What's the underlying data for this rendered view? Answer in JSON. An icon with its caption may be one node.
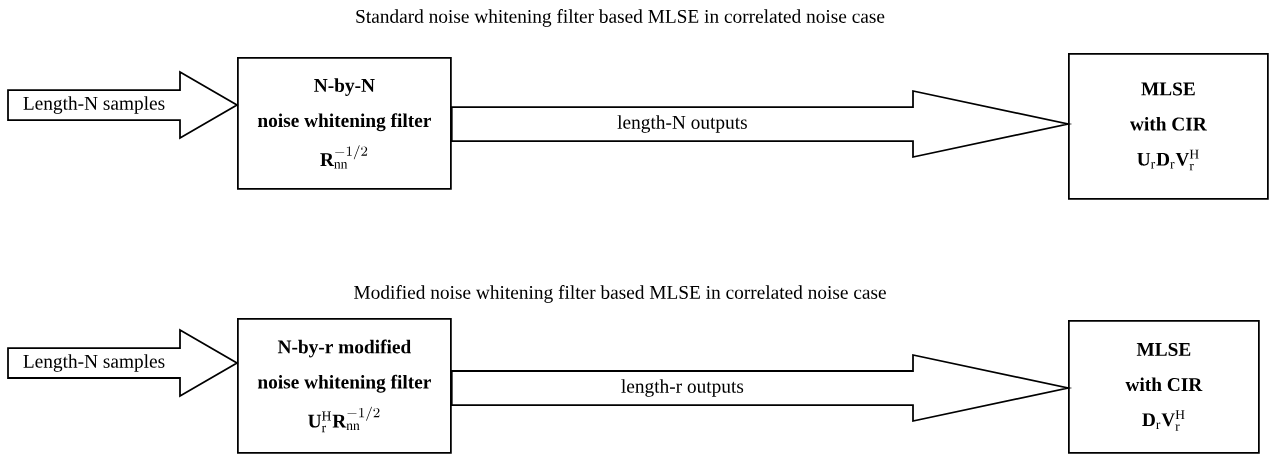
{
  "diagram": {
    "nodes": [
      {
        "text": [
          "N-by-N",
          "noise whitening filter",
          "\\mathbf{R}_{\\mathrm{nn}}^{-1/2}"
        ]
      },
      {
        "text": [
          "MLSE",
          "with CIR",
          "\\mathbf{U}_{\\mathrm{r}}\\mathbf{D}_{\\mathrm{r}}\\mathbf{V}_{\\mathrm{r}}^{\\mathrm{H}}"
        ]
      },
      {
        "text": [
          "N-by-r modified",
          "noise whitening filter",
          "\\mathbf{U}_{\\mathrm{r}}^{\\mathrm{H}}\\mathbf{R}_{\\mathrm{nn}}^{-1/2}"
        ]
      },
      {
        "text": [
          "MLSE",
          "with CIR",
          "\\mathbf{D}_{\\mathrm{r}}\\mathbf{V}_{\\mathrm{r}}^{\\mathrm{H}}"
        ]
      }
    ],
    "edges": [
      {
        "from": null,
        "to": 0,
        "arrow": "to",
        "label": "Length-N samples"
      },
      {
        "from": 0,
        "to": 1,
        "arrow": "to",
        "label": "length-N outputs"
      },
      {
        "from": null,
        "to": 2,
        "arrow": "to",
        "label": "Length-N samples"
      },
      {
        "from": 2,
        "to": 3,
        "arrow": "to",
        "label": "length-r outputs"
      }
    ],
    "labels": [
      "Standard noise whitening filter based MLSE in correlated noise case",
      "Modified noise whitening filter based MLSE in correlated noise case"
    ]
  }
}
